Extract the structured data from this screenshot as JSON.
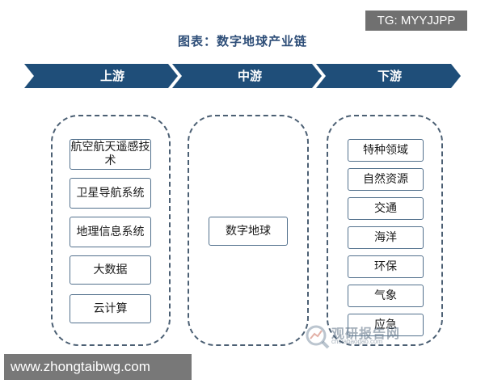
{
  "watermark": "TG: MYYJJPP",
  "title": "图表：数字地球产业链",
  "colors": {
    "banner": "#1f4e79",
    "banner_divider": "#ffffff",
    "group_border": "#4b5f73",
    "item_border": "#53718d"
  },
  "stages": [
    {
      "label": "上游"
    },
    {
      "label": "中游"
    },
    {
      "label": "下游"
    }
  ],
  "upstream": {
    "items": [
      "航空航天遥感技术",
      "卫星导航系统",
      "地理信息系统",
      "大数据",
      "云计算"
    ]
  },
  "midstream": {
    "items": [
      "数字地球"
    ]
  },
  "downstream": {
    "items": [
      "特种领域",
      "自然资源",
      "交通",
      "海洋",
      "环保",
      "气象",
      "应急"
    ]
  },
  "logo": {
    "text": "观研报告网",
    "sub": "chinabaogao.com",
    "icon": "magnifier-chart-icon"
  },
  "url": "www.zhongtaibwg.com"
}
